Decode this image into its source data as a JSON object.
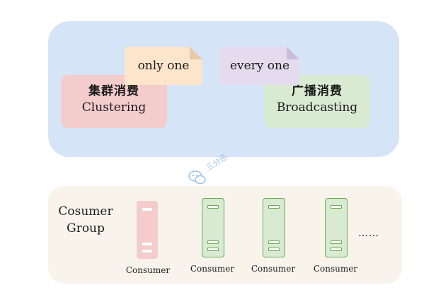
{
  "watermark": "三分恶",
  "modes": {
    "clustering": {
      "zh": "集群消费",
      "en": "Clustering",
      "note": "only one"
    },
    "broadcasting": {
      "zh": "广播消费",
      "en": "Broadcasting",
      "note": "every one"
    }
  },
  "group": {
    "label_line1": "Cosumer",
    "label_line2": "Group"
  },
  "consumers": [
    {
      "label": "Consumer",
      "state": "red"
    },
    {
      "label": "Consumer",
      "state": "green"
    },
    {
      "label": "Consumer",
      "state": "green"
    },
    {
      "label": "Consumer",
      "state": "green"
    }
  ],
  "more": "……",
  "colors": {
    "top_panel": "#d6e4f8",
    "bottom_panel": "#f8f4ec",
    "clustering": "#f4cccc",
    "broadcasting": "#d9ead3",
    "only_one_note": "#fde5cc",
    "every_one_note": "#e4dbee",
    "consumer_active": "#6aa84f"
  }
}
